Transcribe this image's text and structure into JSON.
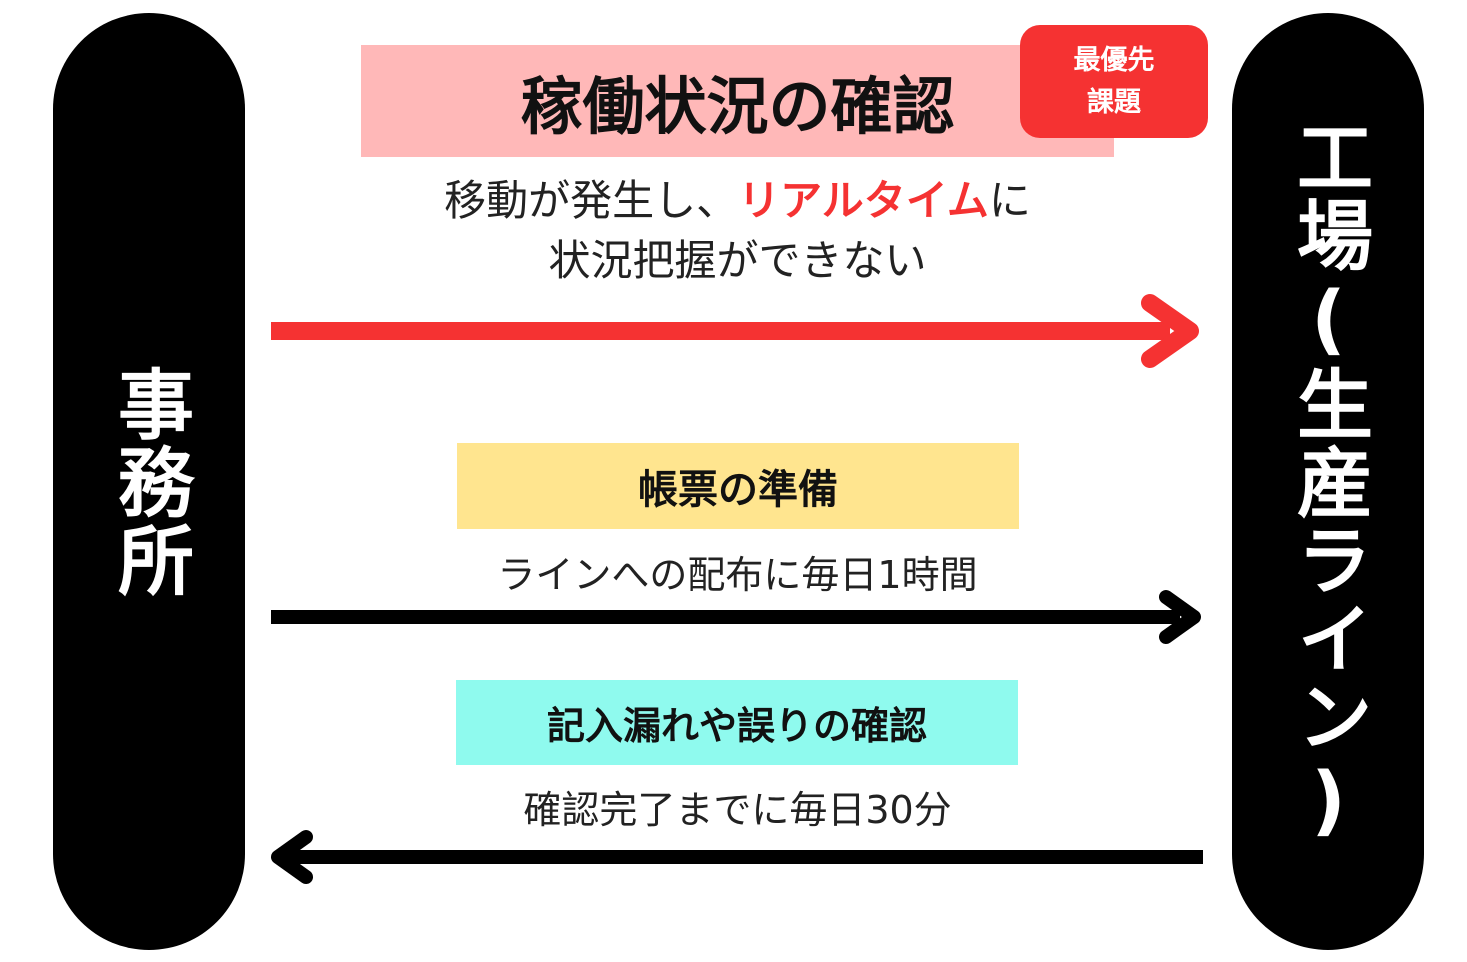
{
  "left_entity": {
    "label": "事務所"
  },
  "right_entity": {
    "label": "工場(生産ライン)"
  },
  "top_section": {
    "title": "稼働状況の確認",
    "badge_line1": "最優先",
    "badge_line2": "課題",
    "desc_part1": "移動が発生し、",
    "desc_highlight": "リアルタイム",
    "desc_part2": "に",
    "desc_line2": "状況把握ができない"
  },
  "middle_section": {
    "title": "帳票の準備",
    "desc": "ラインへの配布に毎日1時間"
  },
  "bottom_section": {
    "title": "記入漏れや誤りの確認",
    "desc": "確認完了までに毎日30分"
  },
  "colors": {
    "pill": "#000000",
    "priority_red": "#f53232",
    "pink_box": "#ffb8b8",
    "yellow_box": "#ffe58f",
    "cyan_box": "#8ffaee",
    "arrow_black": "#000000"
  }
}
